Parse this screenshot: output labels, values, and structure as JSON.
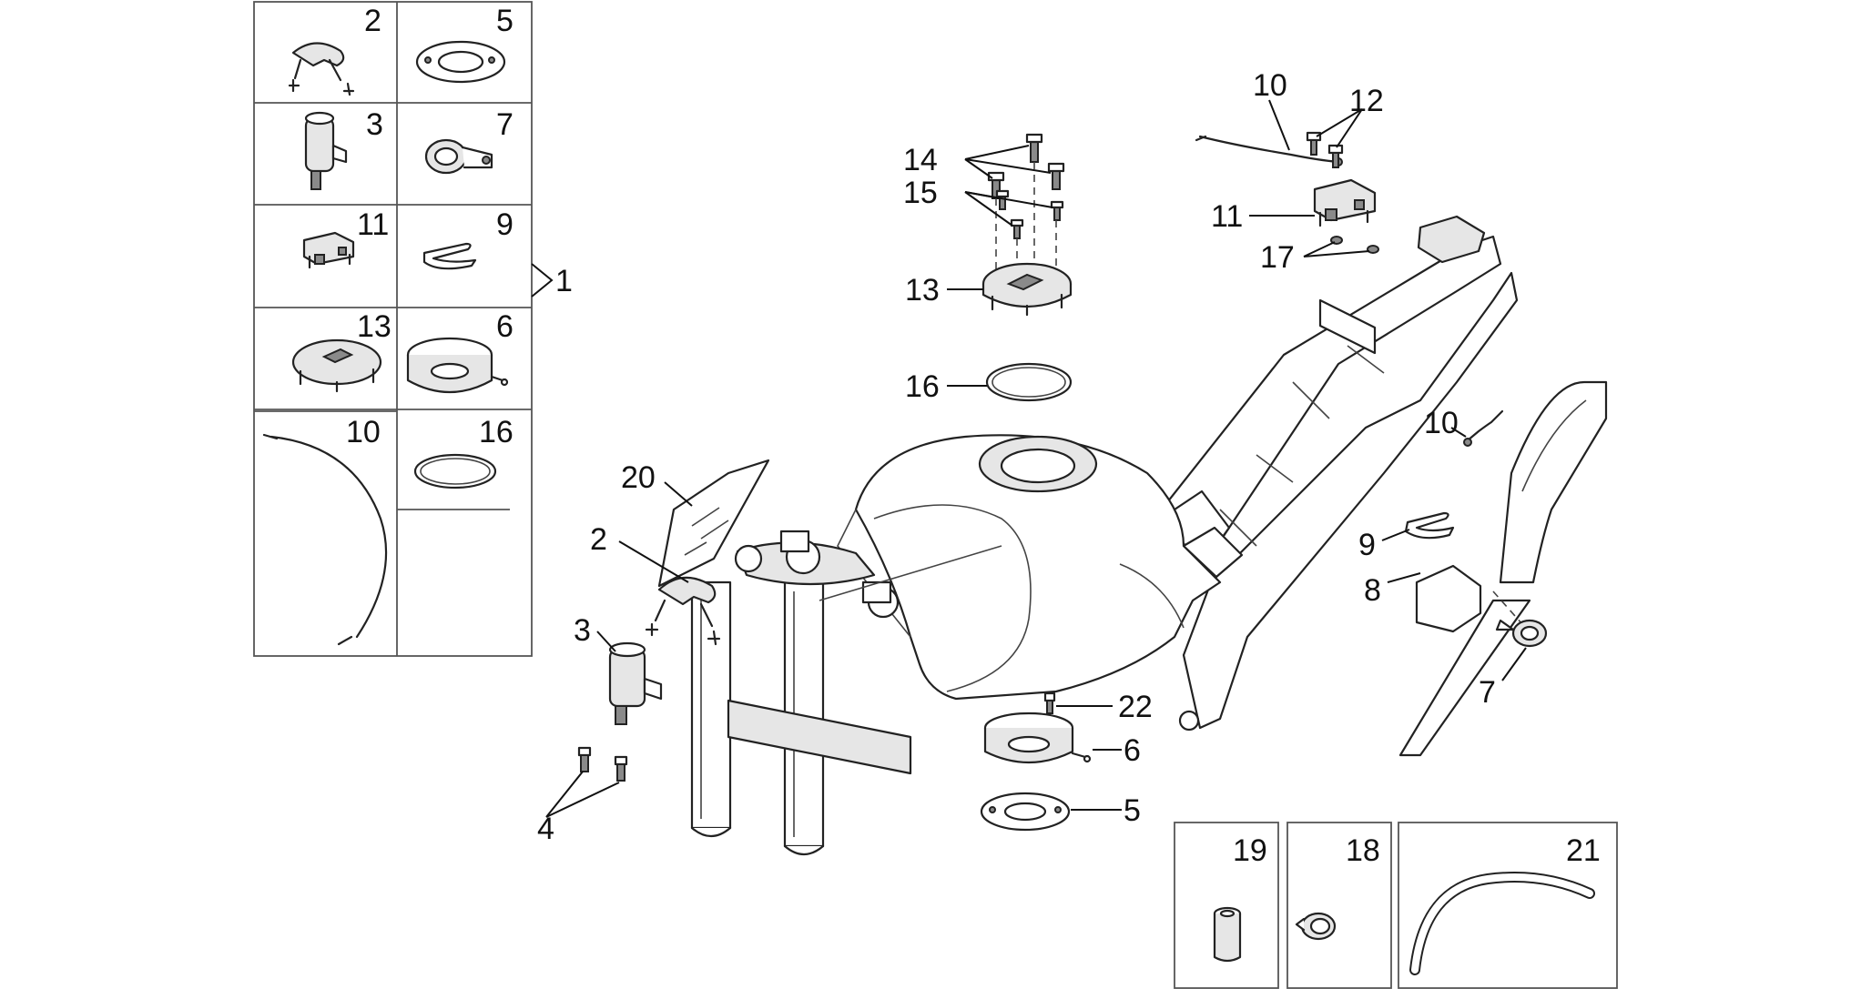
{
  "labels": {
    "kit_bracket": "1",
    "kit_2": "2",
    "kit_5": "5",
    "kit_3": "3",
    "kit_7": "7",
    "kit_11": "11",
    "kit_9": "9",
    "kit_13": "13",
    "kit_6": "6",
    "kit_10": "10",
    "kit_16": "16",
    "main_10_top": "10",
    "main_12": "12",
    "main_14": "14",
    "main_15": "15",
    "main_11": "11",
    "main_17": "17",
    "main_13": "13",
    "main_16": "16",
    "main_20": "20",
    "main_2": "2",
    "main_3": "3",
    "main_4": "4",
    "main_22": "22",
    "main_6": "6",
    "main_5": "5",
    "main_10_right": "10",
    "main_9": "9",
    "main_8": "8",
    "main_7": "7",
    "box_19": "19",
    "box_18": "18",
    "box_21": "21"
  }
}
